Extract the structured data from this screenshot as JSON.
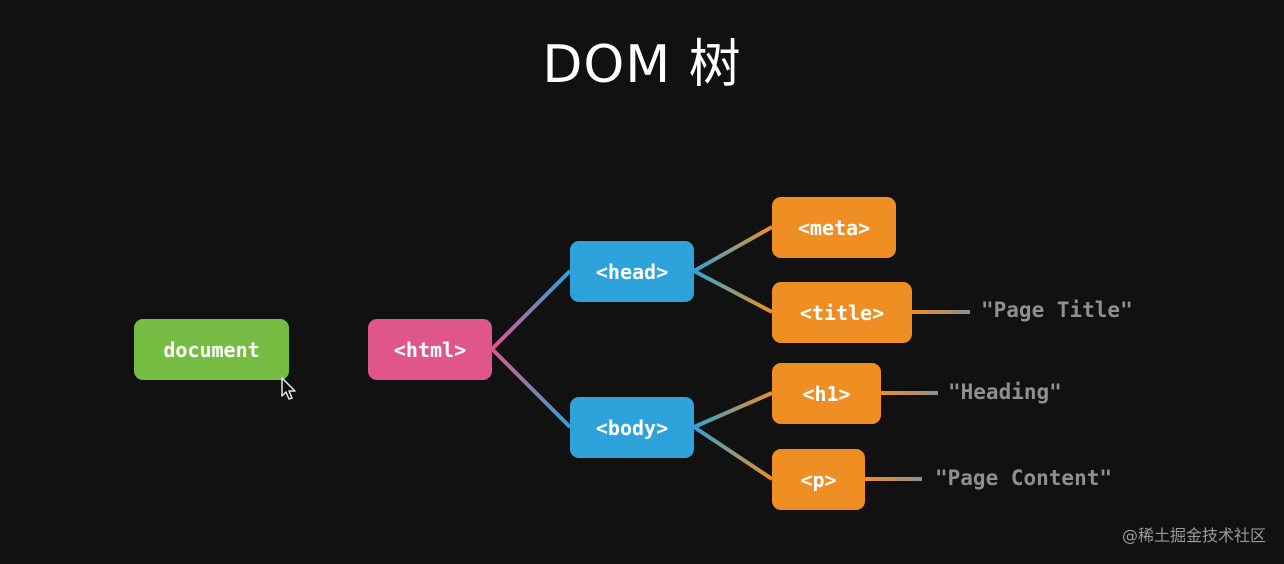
{
  "title": "DOM 树",
  "nodes": {
    "document": "document",
    "html": "<html>",
    "head": "<head>",
    "body": "<body>",
    "meta": "<meta>",
    "title_tag": "<title>",
    "h1": "<h1>",
    "p": "<p>"
  },
  "text_nodes": {
    "page_title": "\"Page Title\"",
    "heading": "\"Heading\"",
    "page_content": "\"Page Content\""
  },
  "watermark": "@稀土掘金技术社区",
  "colors": {
    "background": "#111111",
    "document": "#78bd43",
    "html": "#e0558a",
    "head_body": "#2ea3db",
    "leaves": "#ee8e23",
    "text_nodes": "#8f8f8f"
  },
  "icons": {
    "cursor": "mouse-pointer-icon"
  }
}
